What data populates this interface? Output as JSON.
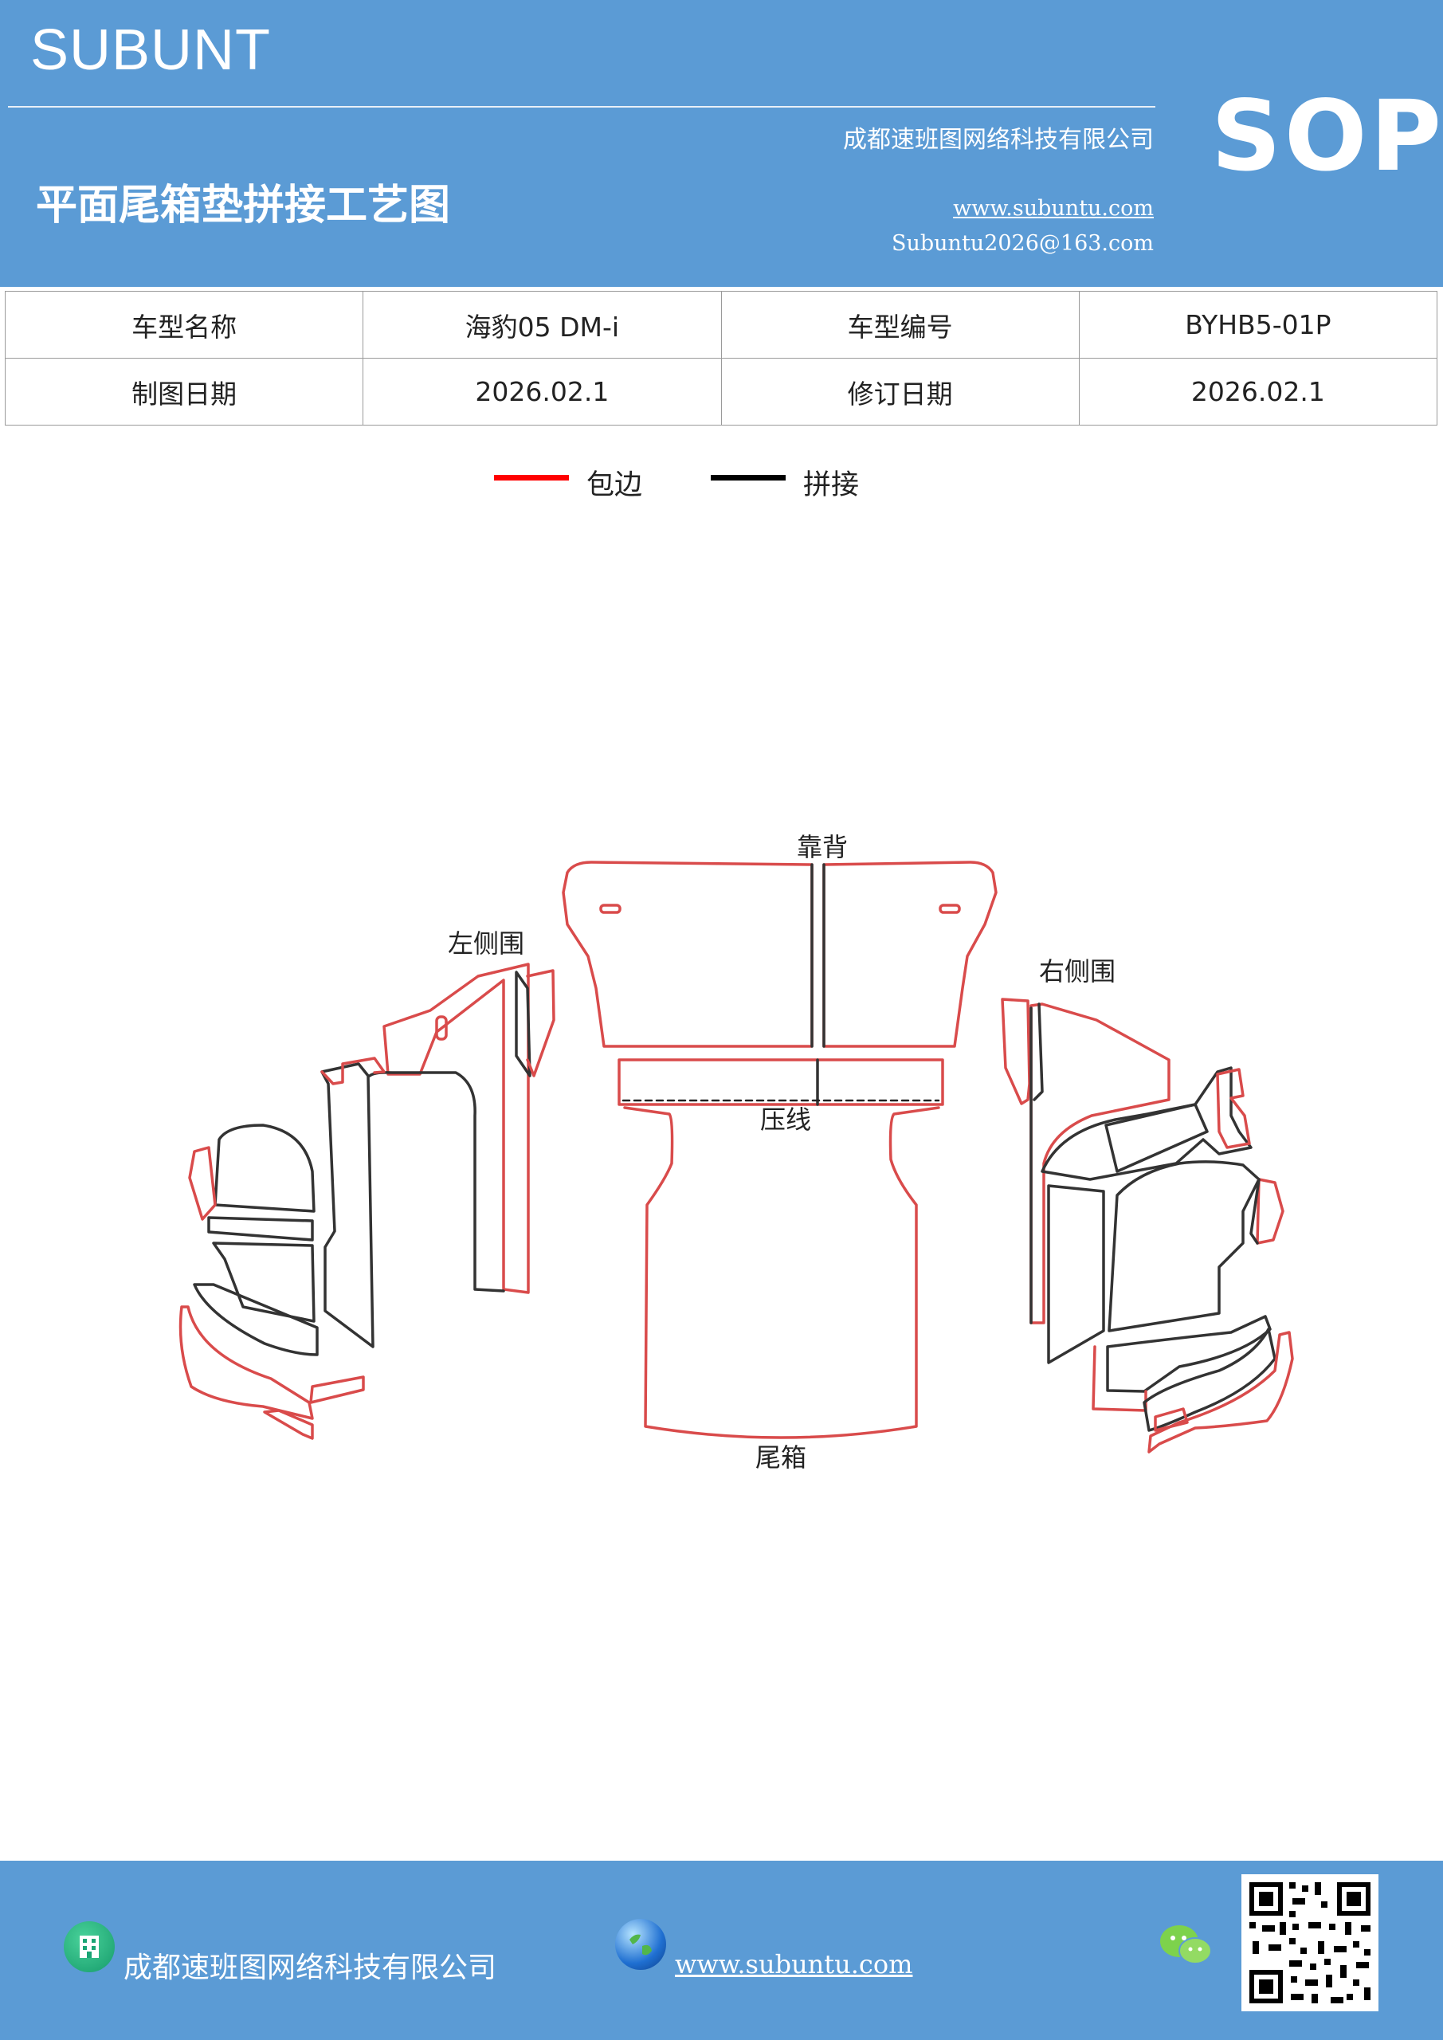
{
  "header": {
    "brand": "SUBUNT",
    "company": "成都速班图网络科技有限公司",
    "title": "平面尾箱垫拼接工艺图",
    "website": "www.subuntu.com",
    "email": "Subuntu2026@163.com",
    "badge": "SOP"
  },
  "info_table": {
    "rows": [
      [
        "车型名称",
        "海豹05  DM-i",
        "车型编号",
        "BYHB5-01P"
      ],
      [
        "制图日期",
        "2026.02.1",
        "修订日期",
        "2026.02.1"
      ]
    ]
  },
  "legend": [
    {
      "label": "包边",
      "color": "#ff0000"
    },
    {
      "label": "拼接",
      "color": "#000000"
    }
  ],
  "diagram": {
    "labels": {
      "backrest": "靠背",
      "left_side": "左侧围",
      "right_side": "右侧围",
      "crease": "压线",
      "trunk": "尾箱"
    },
    "colors": {
      "edge": "#d94b4b",
      "seam": "#333333"
    }
  },
  "footer": {
    "company": "成都速班图网络科技有限公司",
    "website": "www.subuntu.com"
  },
  "icons": [
    "building-icon",
    "globe-icon",
    "wechat-icon",
    "qr-code"
  ]
}
